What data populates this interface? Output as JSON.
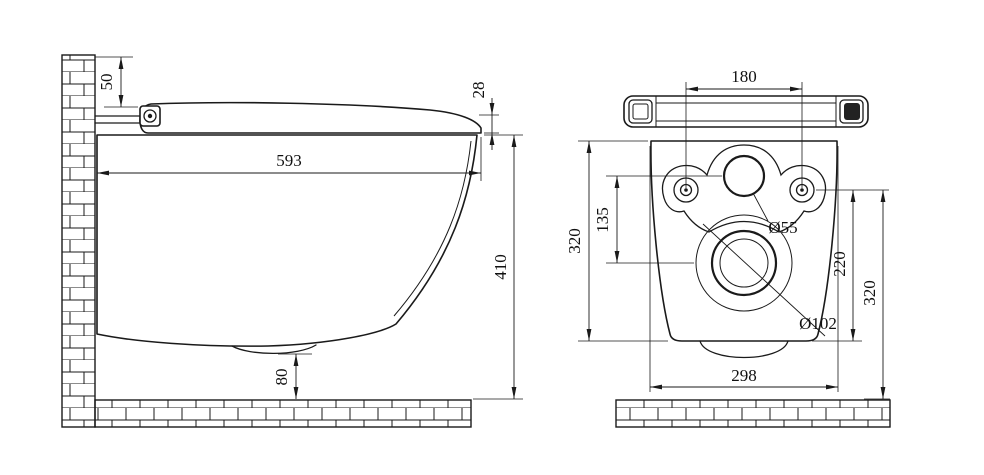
{
  "colors": {
    "line": "#1a1a1a",
    "background": "#ffffff"
  },
  "side_view": {
    "dims": {
      "top_offset": "50",
      "lid_front": "28",
      "depth": "593",
      "height": "410",
      "bottom_clearance": "80"
    }
  },
  "rear_view": {
    "dims": {
      "hole_spacing": "180",
      "height_left": "320",
      "inner_height": "135",
      "flush_hole_diameter": "Ø55",
      "drain_diameter": "Ø102",
      "inner_right": "220",
      "outer_right": "320",
      "width": "298"
    }
  }
}
